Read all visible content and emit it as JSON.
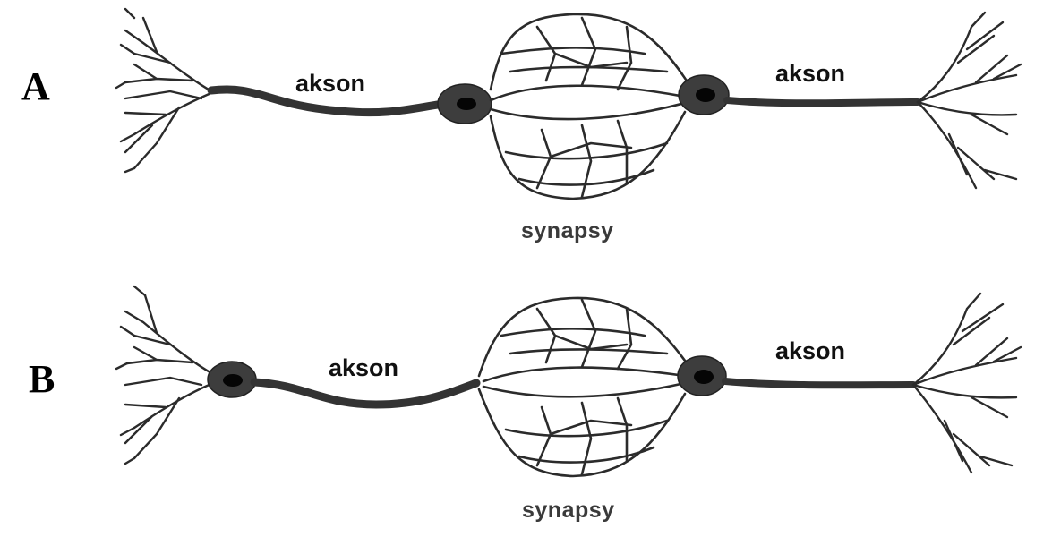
{
  "diagram": {
    "panels": [
      {
        "letter": "A",
        "left_axon_label": "akson",
        "right_axon_label": "akson",
        "synapse_label": "synapsy"
      },
      {
        "letter": "B",
        "left_axon_label": "akson",
        "right_axon_label": "akson",
        "synapse_label": "synapsy"
      }
    ]
  }
}
